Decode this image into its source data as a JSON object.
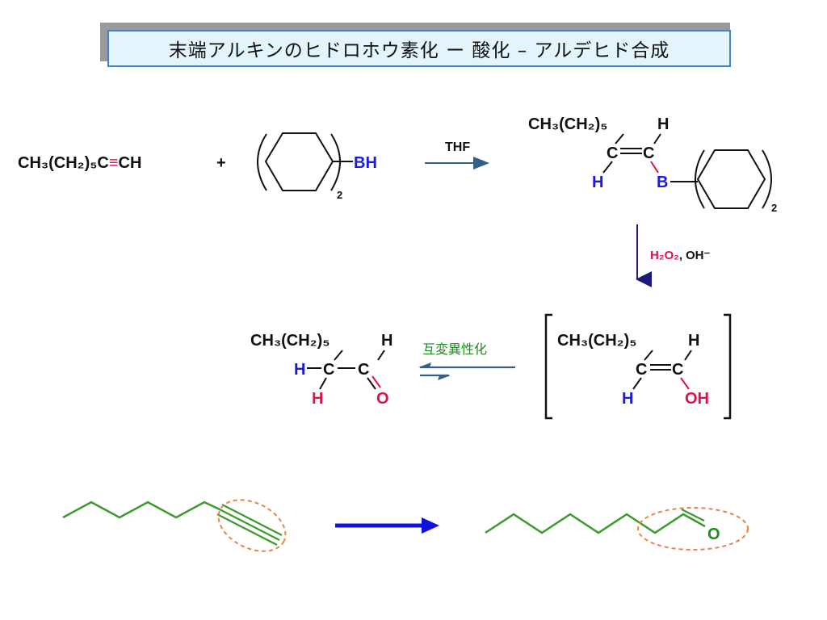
{
  "title": "末端アルキンのヒドロホウ素化 ー 酸化 – アルデヒド合成",
  "colors": {
    "black": "#111111",
    "blue": "#1a1ae0",
    "red": "#e0104a",
    "arrow_dark": "#355f86",
    "arrow_navy": "#1a1a7a",
    "green": "#1f8a1f",
    "skeletal_green": "#3a9a2a",
    "big_arrow": "#1010e0",
    "highlight_orange": "#e8844a"
  },
  "reaction": {
    "alkyne": {
      "chain": "CH₃(CH₂)₅C",
      "triple_bond": "≡",
      "end": "CH"
    },
    "plus": "+",
    "borane": {
      "bh": "BH",
      "count": "2"
    },
    "step1": {
      "reagent": "THF"
    },
    "vinylborane": {
      "chain": "CH₃(CH₂)₅",
      "h_top": "H",
      "c_left": "C",
      "double_bond": "=",
      "c_right": "C",
      "h_bottom": "H",
      "boron": "B",
      "count": "2"
    },
    "step2": {
      "h2o2": "H₂O₂",
      "sep": ",",
      "oh": "OH⁻"
    },
    "enol": {
      "chain": "CH₃(CH₂)₅",
      "h_top": "H",
      "c_left": "C",
      "double_bond": "=",
      "c_right": "C",
      "h_bottom": "H",
      "oh": "OH"
    },
    "tautomerization": {
      "label": "互変異性化"
    },
    "aldehyde": {
      "chain": "CH₃(CH₂)₅",
      "h_top": "H",
      "h_left": "H",
      "c_left": "C",
      "c_right": "C",
      "h_bottom": "H",
      "oxygen": "O"
    }
  },
  "skeletal": {
    "oxygen": "O"
  }
}
